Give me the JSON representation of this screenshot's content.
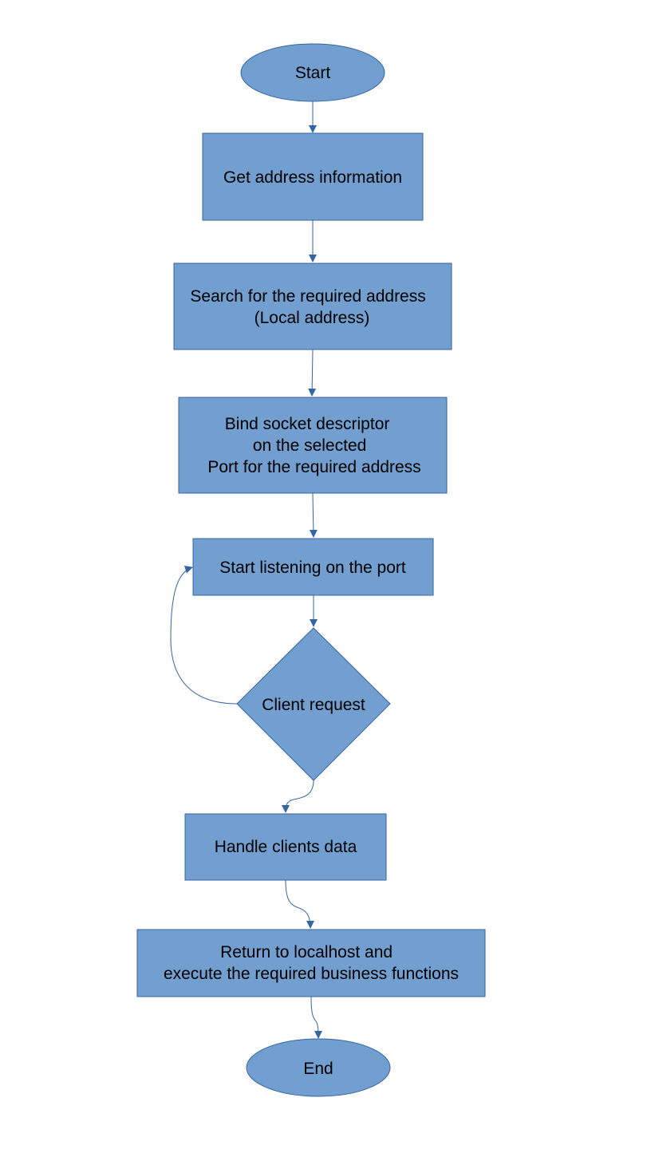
{
  "colors": {
    "node_fill": "#729fcf",
    "node_stroke": "#3465a4",
    "edge": "#3465a4",
    "text": "#000000"
  },
  "nodes": {
    "start": {
      "lines": [
        "Start"
      ]
    },
    "get_address": {
      "lines": [
        "Get address information"
      ]
    },
    "search_address": {
      "lines": [
        "Search for the required address",
        "(Local address)"
      ]
    },
    "bind_socket": {
      "lines": [
        "Bind socket descriptor",
        "on the selected",
        "Port for the required address"
      ]
    },
    "start_listening": {
      "lines": [
        "Start listening on the port"
      ]
    },
    "client_request": {
      "lines": [
        "Client request"
      ]
    },
    "handle_data": {
      "lines": [
        "Handle clients data"
      ]
    },
    "return_localhost": {
      "lines": [
        "Return to localhost and",
        "execute the required business functions"
      ]
    },
    "end": {
      "lines": [
        "End"
      ]
    }
  }
}
